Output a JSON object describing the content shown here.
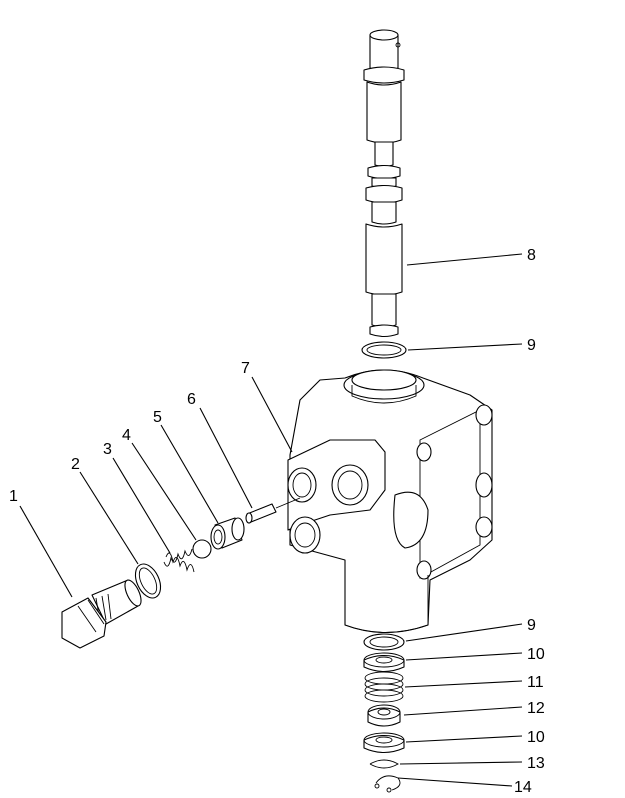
{
  "diagram": {
    "callouts": {
      "c1": "1",
      "c2": "2",
      "c3": "3",
      "c4": "4",
      "c5": "5",
      "c6": "6",
      "c7": "7",
      "c8": "8",
      "c9a": "9",
      "c9b": "9",
      "c10a": "10",
      "c11": "11",
      "c12": "12",
      "c10b": "10",
      "c13": "13",
      "c14": "14"
    }
  }
}
